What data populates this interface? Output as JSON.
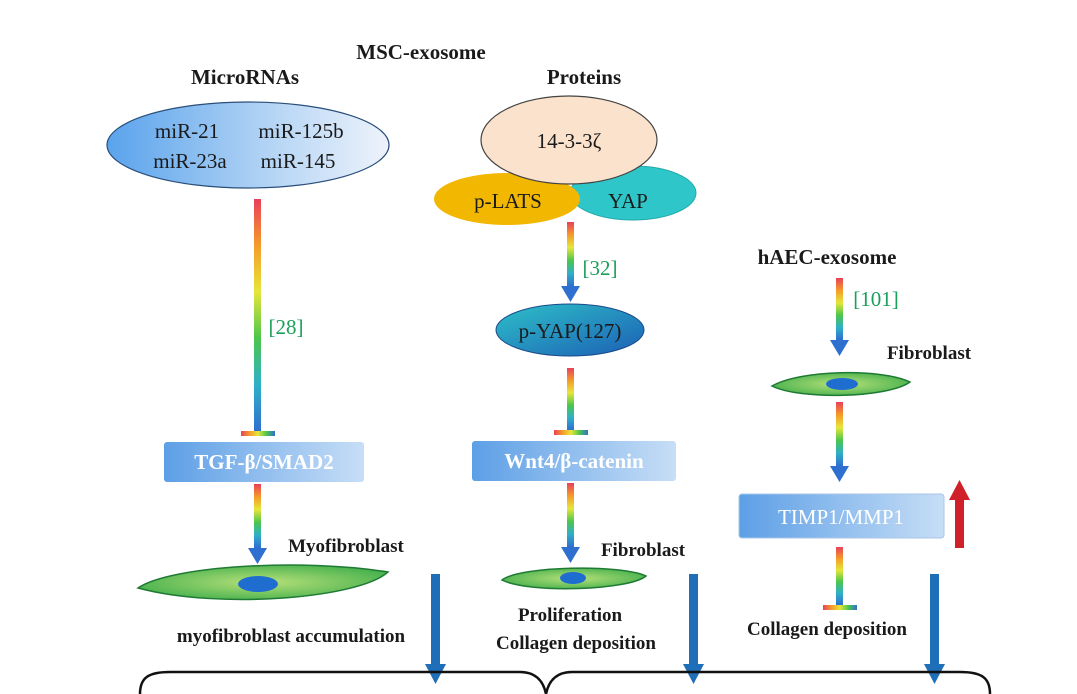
{
  "header": {
    "msc": "MSC-exosome",
    "microrna": "MicroRNAs",
    "proteins": "Proteins",
    "haec": "hAEC-exosome"
  },
  "mirna": {
    "a": "miR-21",
    "b": "miR-125b",
    "c": "miR-23a",
    "d": "miR-145"
  },
  "protein": {
    "main": "14-3-3ζ",
    "plats": "p-LATS",
    "yap": "YAP",
    "pyap": "p-YAP(127)"
  },
  "refs": {
    "r28": "[28]",
    "r32": "[32]",
    "r101": "[101]"
  },
  "boxes": {
    "tgf": "TGF-β/SMAD2",
    "wnt": "Wnt4/β-catenin",
    "timp": "TIMP1/MMP1"
  },
  "cells": {
    "myo": "Myofibroblast",
    "fib1": "Fibroblast",
    "fib2": "Fibroblast"
  },
  "outcomes": {
    "myo_acc": "myofibroblast  accumulation",
    "prolif": "Proliferation",
    "collagen1": "Collagen deposition",
    "collagen2": "Collagen deposition"
  },
  "colors": {
    "rainbow": [
      "#e8405a",
      "#f59b2a",
      "#e6e63a",
      "#4cc64c",
      "#2fb0c8",
      "#2f6fcf"
    ],
    "down_arrow": "#1f6eb8",
    "up_arrow": "#d0202a",
    "cell_fill": "#3fae4a",
    "nucleus": "#1f6ecf",
    "ref": "#1aa05a"
  }
}
